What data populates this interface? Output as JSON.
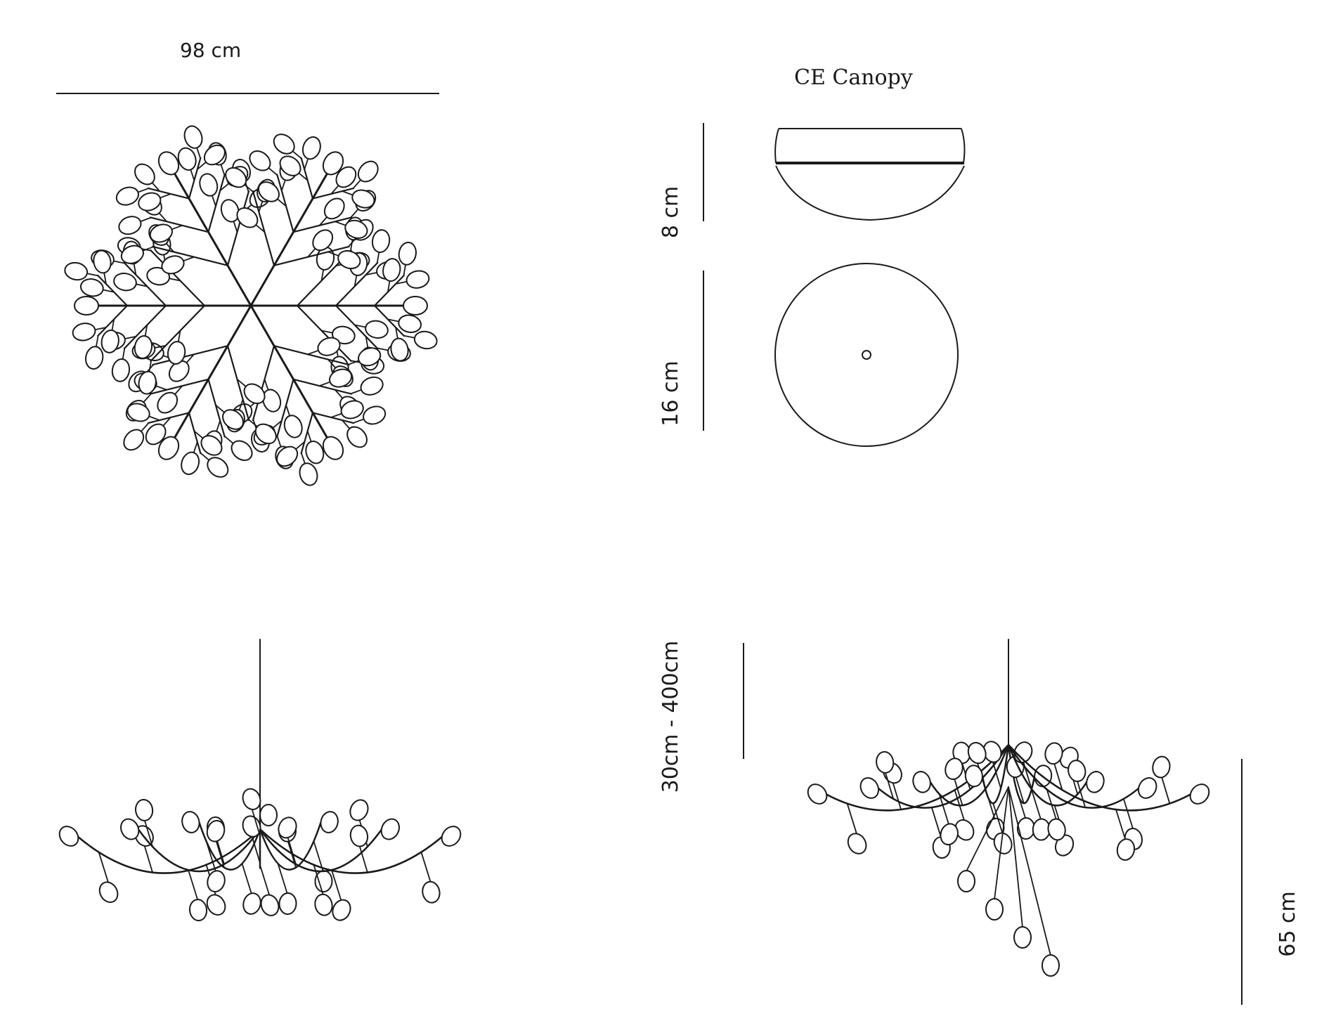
{
  "dimensions": {
    "width_label": "98 cm",
    "canopy_title": "CE Canopy",
    "canopy_height_label": "8 cm",
    "canopy_diameter_label": "16 cm",
    "cable_length_label": "30cm - 400cm",
    "fixture_height_label": "65 cm"
  },
  "colors": {
    "ink": "#1a1a1a",
    "background": "#ffffff"
  }
}
